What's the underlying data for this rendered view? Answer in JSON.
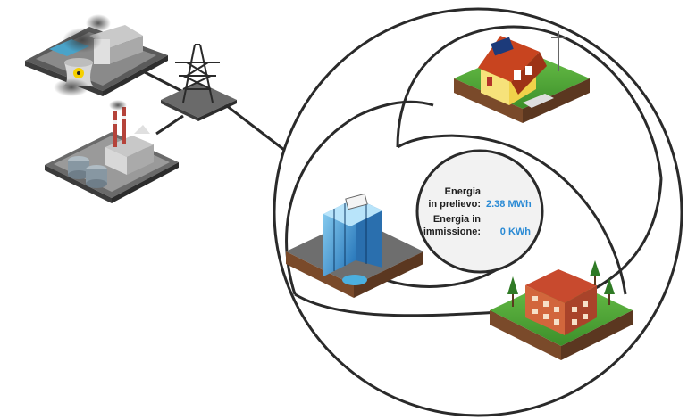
{
  "energy_panel": {
    "prelievo_label_line1": "Energia",
    "prelievo_label_line2": "in prelievo:",
    "prelievo_value": "2.38 MWh",
    "immissione_label_line1": "Energia in",
    "immissione_label_line2": "immissione:",
    "immissione_value": "0 KWh",
    "label_color": "#1e1e1e",
    "value_color": "#2a8ad4"
  },
  "icons": [
    "nuclear-plant-icon",
    "power-pylon-icon",
    "factory-icon",
    "solar-house-icon",
    "office-building-icon",
    "hotel-building-icon"
  ]
}
